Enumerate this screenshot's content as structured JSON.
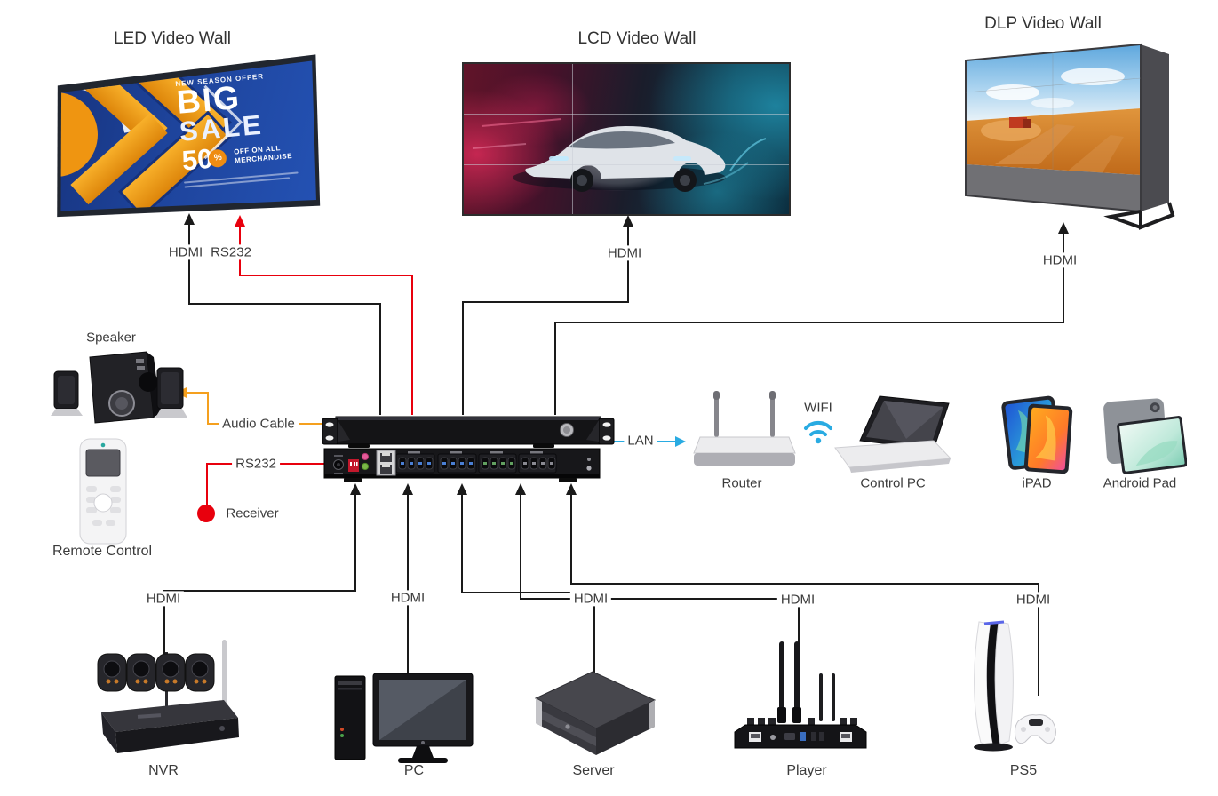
{
  "walls": {
    "led": {
      "title": "LED Video Wall",
      "cable_hdmi": "HDMI",
      "cable_rs232": "RS232",
      "poster": {
        "kicker": "NEW SEASON OFFER",
        "big": "BIG",
        "sale": "SALE",
        "discount": "50",
        "percent": "%",
        "off1": "OFF ON ALL",
        "off2": "MERCHANDISE"
      }
    },
    "lcd": {
      "title": "LCD Video Wall",
      "cable_hdmi": "HDMI"
    },
    "dlp": {
      "title": "DLP Video Wall",
      "cable_hdmi": "HDMI"
    }
  },
  "center": {
    "speaker_label": "Speaker",
    "remote_label": "Remote Control",
    "receiver_label": "Receiver",
    "audio_cable_label": "Audio Cable",
    "rs232_label": "RS232",
    "lan_label": "LAN",
    "wifi_label": "WIFI",
    "router_label": "Router",
    "control_pc_label": "Control PC",
    "ipad_label": "iPAD",
    "android_label": "Android Pad"
  },
  "sources": [
    {
      "label": "NVR",
      "cable": "HDMI"
    },
    {
      "label": "PC",
      "cable": "HDMI"
    },
    {
      "label": "Server",
      "cable": "HDMI"
    },
    {
      "label": "Player",
      "cable": "HDMI"
    },
    {
      "label": "PS5",
      "cable": "HDMI"
    }
  ],
  "colors": {
    "hdmi_line": "#1a1a1a",
    "rs232_line": "#e8000d",
    "audio_line": "#f5a01e",
    "lan_line": "#29abe2"
  }
}
